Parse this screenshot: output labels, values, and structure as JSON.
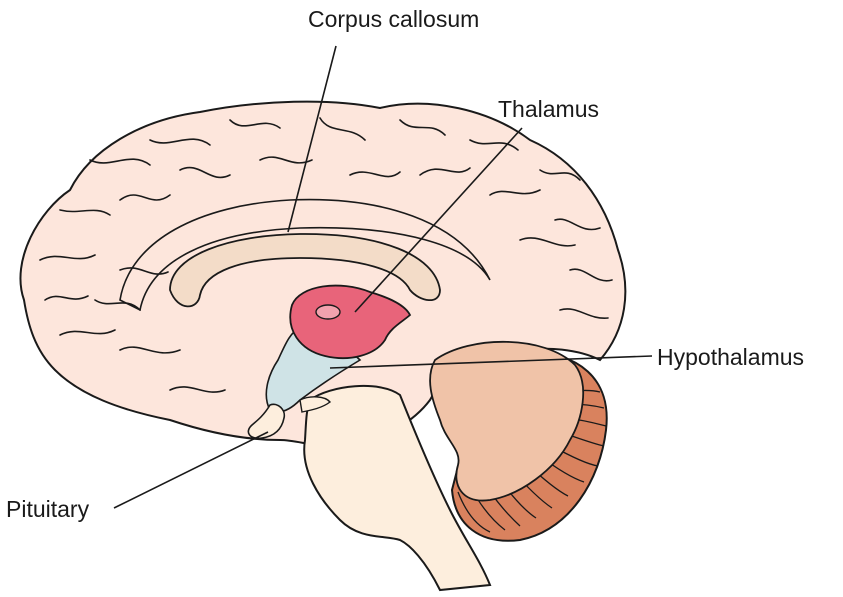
{
  "labels": {
    "corpus_callosum": "Corpus callosum",
    "thalamus": "Thalamus",
    "hypothalamus": "Hypothalamus",
    "pituitary": "Pituitary"
  },
  "colors": {
    "cortex": "#fde6dc",
    "corpus_callosum": "#f3dcc8",
    "thalamus": "#e8647a",
    "hypothalamus": "#cfe3e6",
    "brainstem": "#fdeedd",
    "cerebellum_inner": "#f0c3a8",
    "cerebellum_outer": "#d9825e",
    "outline": "#1a1a1a"
  }
}
